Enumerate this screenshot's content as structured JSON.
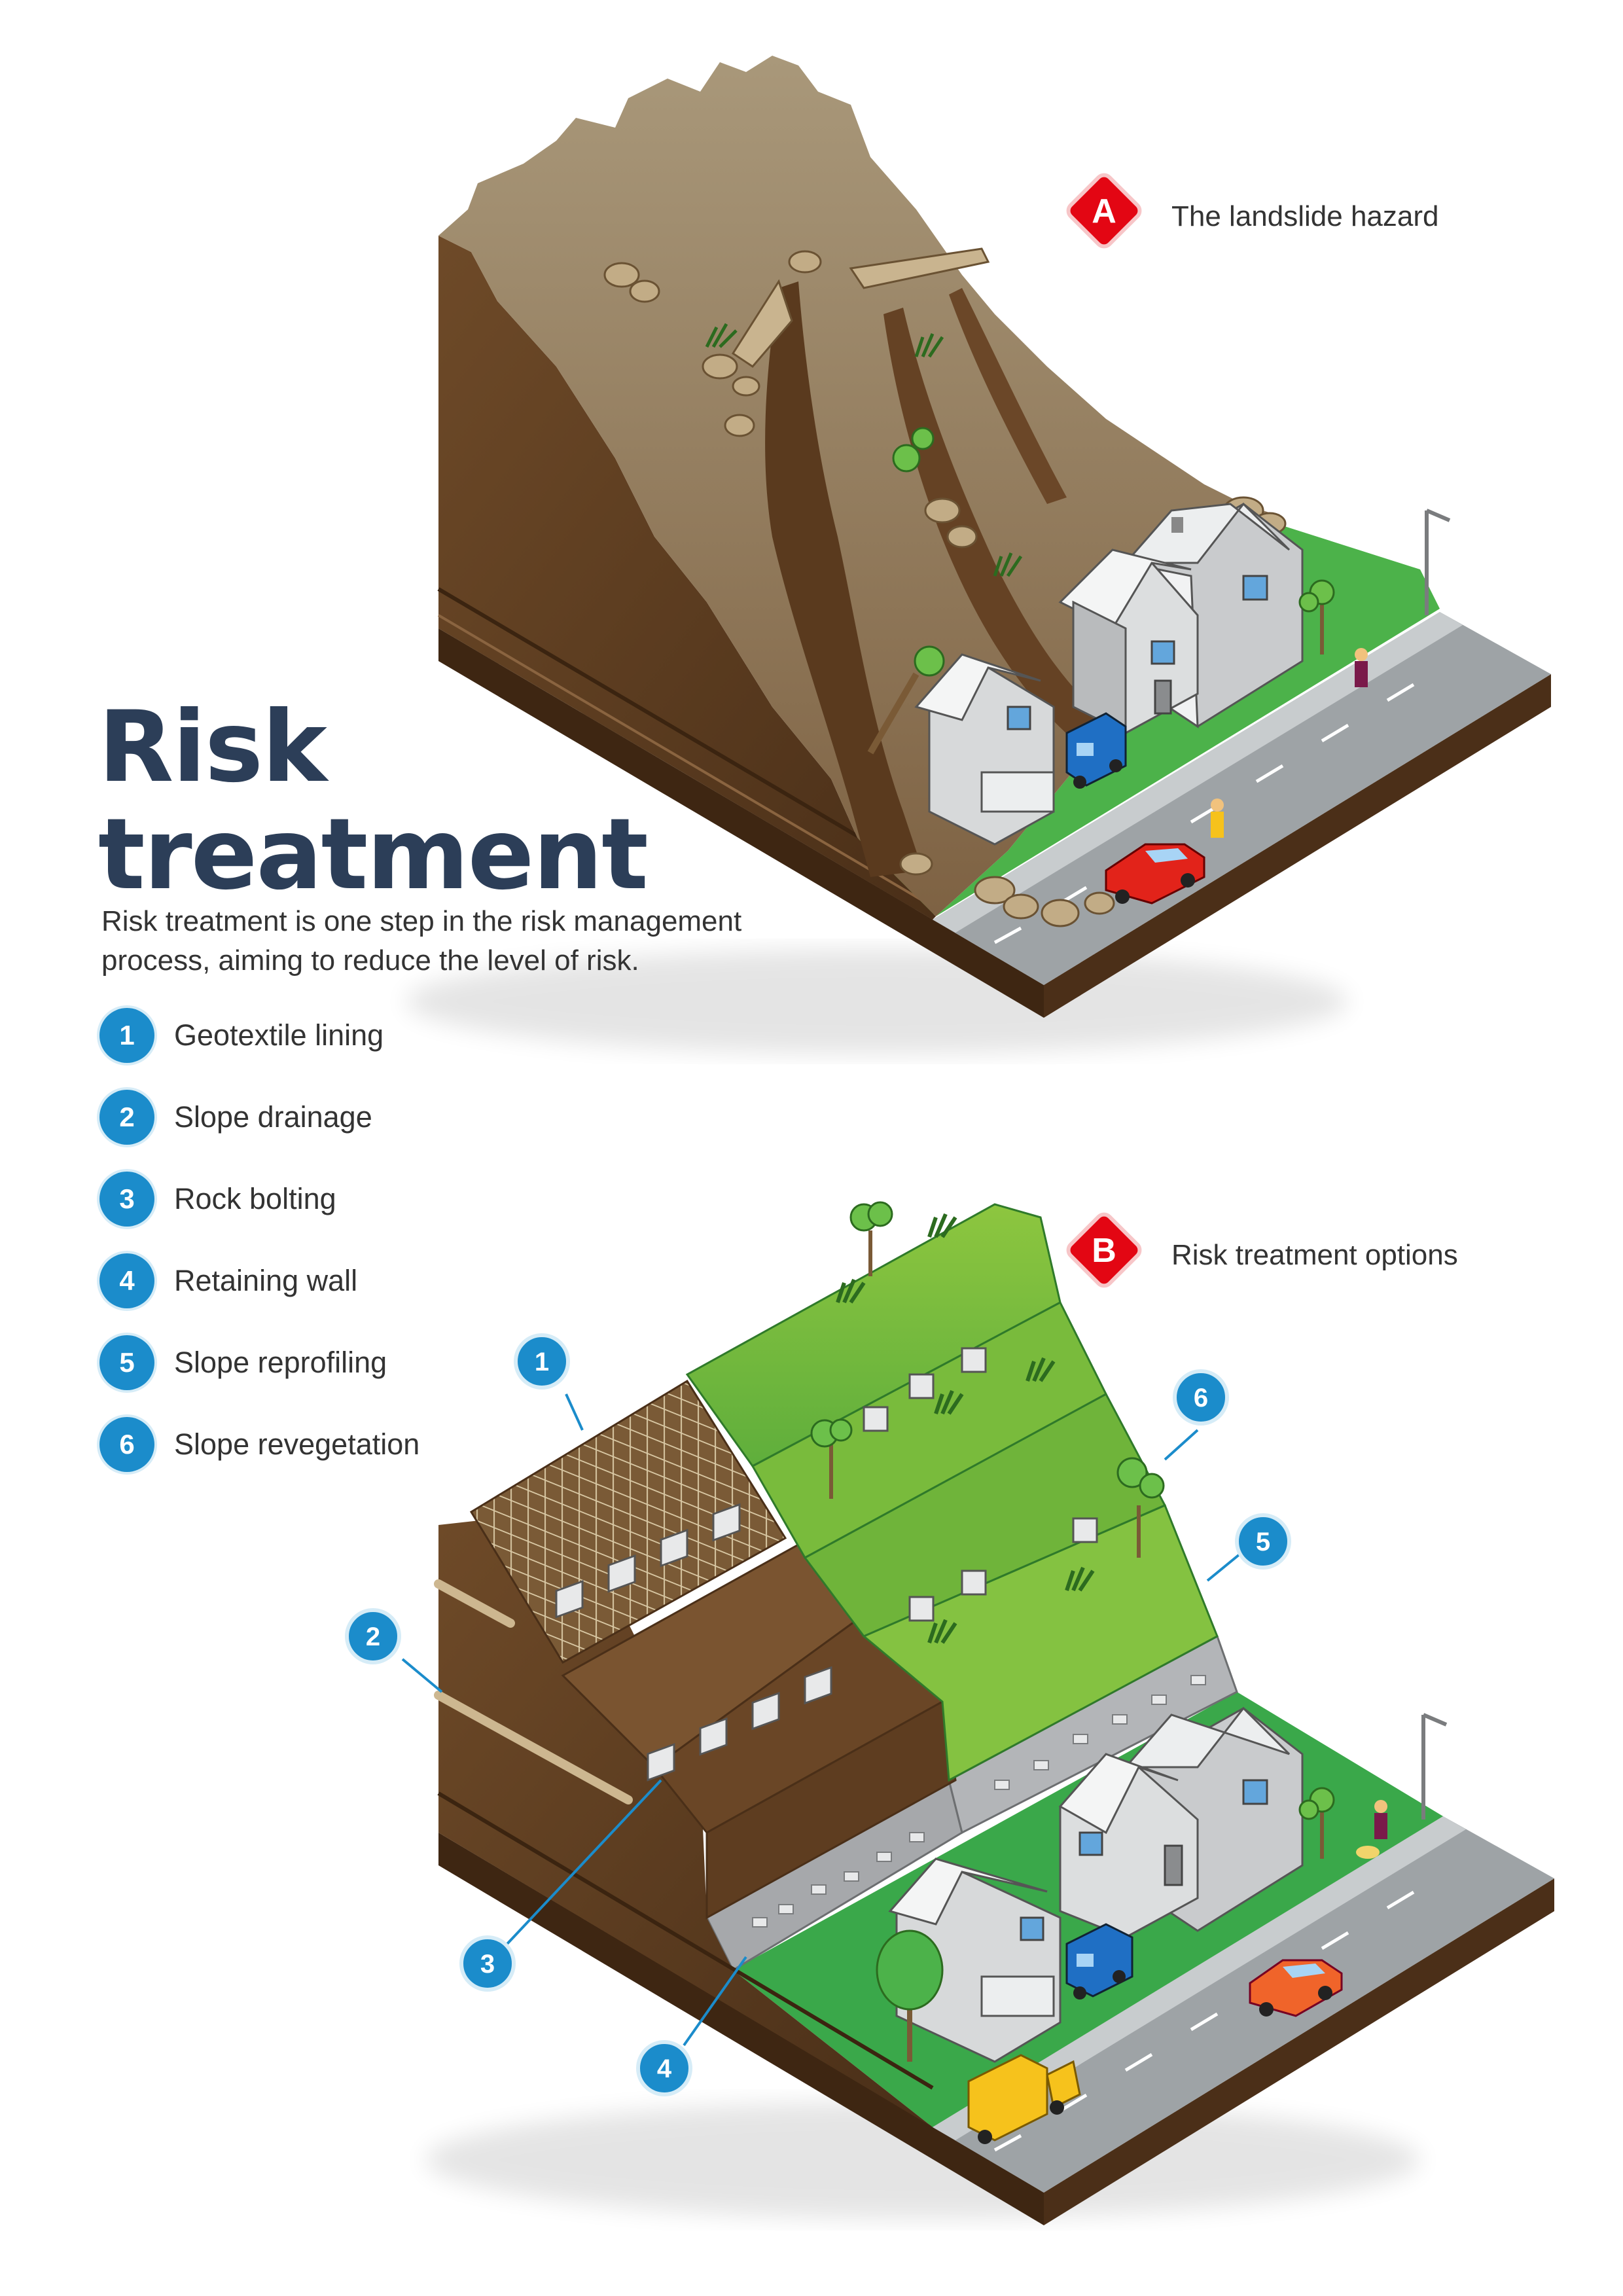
{
  "title": {
    "line1": "Risk",
    "line2": "treatment"
  },
  "intro": "Risk treatment is one step in the risk management process, aiming to reduce the level of risk.",
  "legend": [
    {
      "num": "1",
      "label": "Geotextile lining"
    },
    {
      "num": "2",
      "label": "Slope drainage"
    },
    {
      "num": "3",
      "label": "Rock bolting"
    },
    {
      "num": "4",
      "label": "Retaining wall"
    },
    {
      "num": "5",
      "label": "Slope reprofiling"
    },
    {
      "num": "6",
      "label": "Slope revegetation"
    }
  ],
  "panel_a": {
    "badge": "A",
    "label": "The landslide hazard"
  },
  "panel_b": {
    "badge": "B",
    "label": "Risk treatment options"
  },
  "callouts": [
    "1",
    "2",
    "3",
    "4",
    "5",
    "6"
  ],
  "colors": {
    "title": "#2c3e58",
    "callout": "#1b8ccb",
    "badge": "#e30613",
    "soil_dark": "#5a3a1e",
    "soil_mid": "#7a5430",
    "rock_top": "#9e8a68",
    "grass": "#3aa84a",
    "grass_light": "#8cc63f",
    "road": "#9ea3a6",
    "wall": "#a6a8ab"
  }
}
